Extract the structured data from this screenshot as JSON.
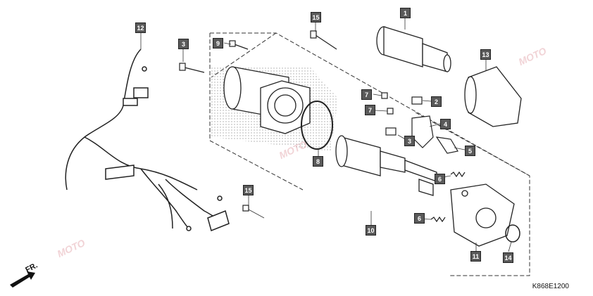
{
  "diagram": {
    "code": "K868E1200",
    "direction_label": "FR.",
    "callouts": [
      "1",
      "2",
      "3",
      "3",
      "4",
      "5",
      "6",
      "6",
      "7",
      "7",
      "8",
      "9",
      "10",
      "11",
      "12",
      "13",
      "14",
      "15",
      "15"
    ],
    "watermark": "MOTO"
  }
}
